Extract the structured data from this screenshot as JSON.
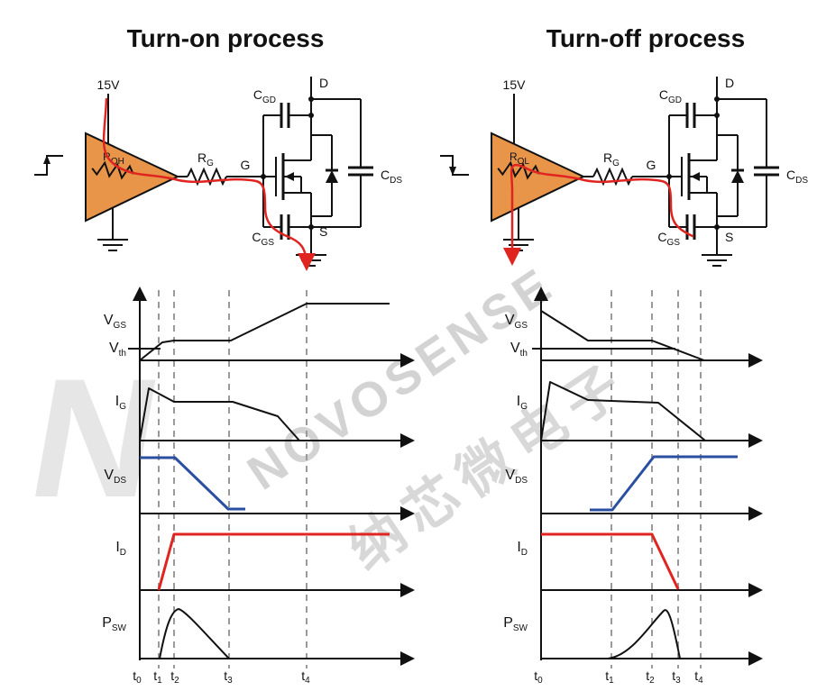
{
  "titles": {
    "left": "Turn-on process",
    "right": "Turn-off process"
  },
  "watermark": {
    "n": "N",
    "brand": "NOVOSENSE",
    "cn": "纳芯微电子"
  },
  "circuit": {
    "supply": "15V",
    "nodes": {
      "gate": "G",
      "drain": "D",
      "source": "S"
    },
    "resistors": {
      "gate": {
        "main": "R",
        "sub": "G"
      },
      "pull_up": {
        "main": "R",
        "sub": "OH"
      },
      "pull_down": {
        "main": "R",
        "sub": "OL"
      }
    },
    "capacitors": {
      "cgd": {
        "main": "C",
        "sub": "GD"
      },
      "cds": {
        "main": "C",
        "sub": "DS"
      },
      "cgs": {
        "main": "C",
        "sub": "GS"
      }
    }
  },
  "signals": {
    "vgs": {
      "main": "V",
      "sub": "GS"
    },
    "vth": {
      "main": "V",
      "sub": "th"
    },
    "ig": {
      "main": "I",
      "sub": "G"
    },
    "vds": {
      "main": "V",
      "sub": "DS"
    },
    "id": {
      "main": "I",
      "sub": "D"
    },
    "psw": {
      "main": "P",
      "sub": "SW"
    }
  },
  "time": {
    "t0": {
      "main": "t",
      "sub": "0"
    },
    "t1": {
      "main": "t",
      "sub": "1"
    },
    "t2": {
      "main": "t",
      "sub": "2"
    },
    "t3": {
      "main": "t",
      "sub": "3"
    },
    "t4": {
      "main": "t",
      "sub": "4"
    }
  },
  "colors": {
    "red": "#e02420",
    "blue": "#2b4fa0",
    "orange": "#e8954a",
    "dash": "#9a9a9a"
  }
}
